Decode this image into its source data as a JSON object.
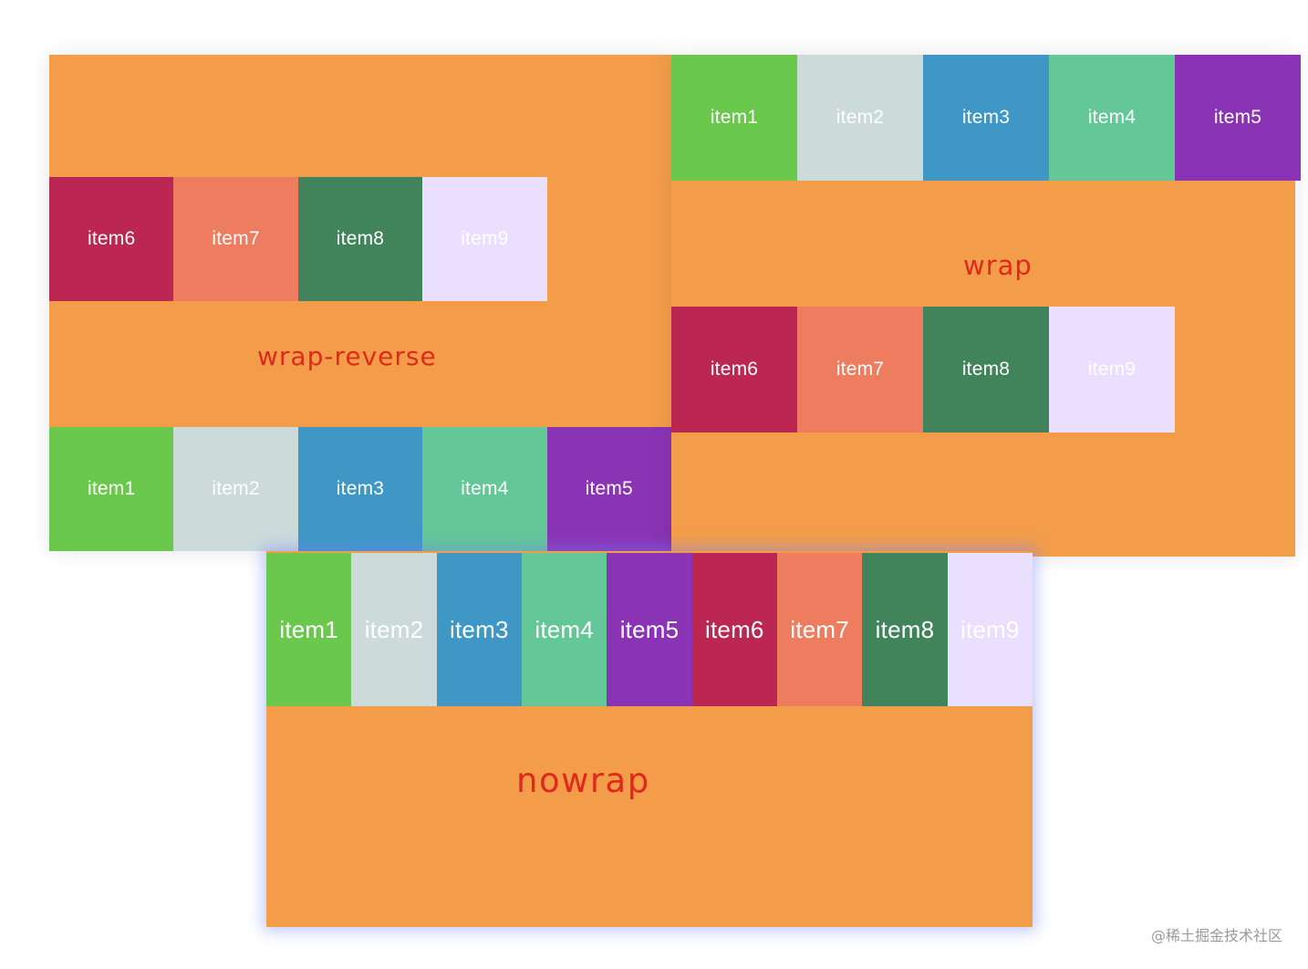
{
  "panels": {
    "wrap_reverse": {
      "label": "wrap-reverse",
      "top_row": [
        "item6",
        "item7",
        "item8",
        "item9"
      ],
      "bottom_row": [
        "item1",
        "item2",
        "item3",
        "item4",
        "item5"
      ]
    },
    "wrap": {
      "label": "wrap",
      "top_row": [
        "item1",
        "item2",
        "item3",
        "item4",
        "item5"
      ],
      "bottom_row": [
        "item6",
        "item7",
        "item8",
        "item9"
      ]
    },
    "nowrap": {
      "label": "nowrap",
      "row": [
        "item1",
        "item2",
        "item3",
        "item4",
        "item5",
        "item6",
        "item7",
        "item8",
        "item9"
      ]
    }
  },
  "item_colors": {
    "item1": "#6ac84d",
    "item2": "#ccdbda",
    "item3": "#3f97c5",
    "item4": "#64c797",
    "item5": "#8b33b5",
    "item6": "#bb2653",
    "item7": "#ee7c5e",
    "item8": "#41845c",
    "item9": "#ebdfff"
  },
  "container_color": "#f39d4a",
  "label_color": "#e0291c",
  "watermark": "@稀土掘金技术社区"
}
